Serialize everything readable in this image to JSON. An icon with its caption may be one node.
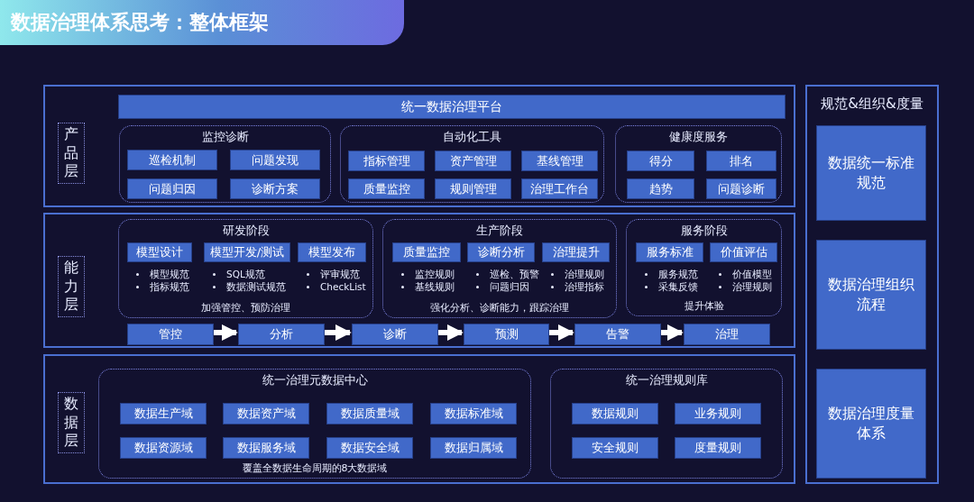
{
  "diagram": {
    "title": "数据治理体系思考：整体框架",
    "nodes": [
      {
        "text": [
          "产品层"
        ]
      },
      {
        "text": [
          "统一数据治理平台"
        ],
        "in": 0
      },
      {
        "text": [
          "监控诊断"
        ],
        "in": 0
      },
      {
        "text": [
          "巡检机制"
        ],
        "in": 2
      },
      {
        "text": [
          "问题发现"
        ],
        "in": 2
      },
      {
        "text": [
          "问题归因"
        ],
        "in": 2
      },
      {
        "text": [
          "诊断方案"
        ],
        "in": 2
      },
      {
        "text": [
          "自动化工具"
        ],
        "in": 0
      },
      {
        "text": [
          "指标管理"
        ],
        "in": 7
      },
      {
        "text": [
          "资产管理"
        ],
        "in": 7
      },
      {
        "text": [
          "基线管理"
        ],
        "in": 7
      },
      {
        "text": [
          "质量监控"
        ],
        "in": 7
      },
      {
        "text": [
          "规则管理"
        ],
        "in": 7
      },
      {
        "text": [
          "治理工作台"
        ],
        "in": 7
      },
      {
        "text": [
          "健康度服务"
        ],
        "in": 0
      },
      {
        "text": [
          "得分"
        ],
        "in": 14
      },
      {
        "text": [
          "排名"
        ],
        "in": 14
      },
      {
        "text": [
          "趋势"
        ],
        "in": 14
      },
      {
        "text": [
          "问题诊断"
        ],
        "in": 14
      },
      {
        "text": [
          "能力层"
        ]
      },
      {
        "text": [
          "研发阶段",
          "加强管控、预防治理"
        ],
        "in": 19
      },
      {
        "text": [
          "模型设计"
        ],
        "in": 20,
        "beside": [
          "模型规范",
          "指标规范"
        ]
      },
      {
        "text": [
          "模型开发/测试"
        ],
        "in": 20,
        "beside": [
          "SQL规范",
          "数据测试规范"
        ]
      },
      {
        "text": [
          "模型发布"
        ],
        "in": 20,
        "beside": [
          "评审规范",
          "CheckList"
        ]
      },
      {
        "text": [
          "生产阶段",
          "强化分析、诊断能力，跟踪治理"
        ],
        "in": 19
      },
      {
        "text": [
          "质量监控"
        ],
        "in": 24,
        "beside": [
          "监控规则",
          "基线规则"
        ]
      },
      {
        "text": [
          "诊断分析"
        ],
        "in": 24,
        "beside": [
          "巡检、预警",
          "问题归因"
        ]
      },
      {
        "text": [
          "治理提升"
        ],
        "in": 24,
        "beside": [
          "治理规则",
          "治理指标"
        ]
      },
      {
        "text": [
          "服务阶段",
          "提升体验"
        ],
        "in": 19
      },
      {
        "text": [
          "服务标准"
        ],
        "in": 28,
        "beside": [
          "服务规范",
          "采集反馈"
        ]
      },
      {
        "text": [
          "价值评估"
        ],
        "in": 28,
        "beside": [
          "价值模型",
          "治理规则"
        ]
      },
      {
        "text": [
          "管控"
        ],
        "in": 19
      },
      {
        "text": [
          "分析"
        ],
        "in": 19
      },
      {
        "text": [
          "诊断"
        ],
        "in": 19
      },
      {
        "text": [
          "预测"
        ],
        "in": 19
      },
      {
        "text": [
          "告警"
        ],
        "in": 19
      },
      {
        "text": [
          "治理"
        ],
        "in": 19
      },
      {
        "text": [
          "数据层"
        ]
      },
      {
        "text": [
          "统一治理元数据中心",
          "覆盖全数据生命周期的8大数据域"
        ],
        "in": 37
      },
      {
        "text": [
          "数据生产域"
        ],
        "in": 38
      },
      {
        "text": [
          "数据资产域"
        ],
        "in": 38
      },
      {
        "text": [
          "数据质量域"
        ],
        "in": 38
      },
      {
        "text": [
          "数据标准域"
        ],
        "in": 38
      },
      {
        "text": [
          "数据资源域"
        ],
        "in": 38
      },
      {
        "text": [
          "数据服务域"
        ],
        "in": 38
      },
      {
        "text": [
          "数据安全域"
        ],
        "in": 38
      },
      {
        "text": [
          "数据归属域"
        ],
        "in": 38
      },
      {
        "text": [
          "统一治理规则库"
        ],
        "in": 37
      },
      {
        "text": [
          "数据规则"
        ],
        "in": 47
      },
      {
        "text": [
          "业务规则"
        ],
        "in": 47
      },
      {
        "text": [
          "安全规则"
        ],
        "in": 47
      },
      {
        "text": [
          "度量规则"
        ],
        "in": 47
      },
      {
        "text": [
          "规范&组织&度量"
        ]
      },
      {
        "text": [
          "数据统一标准规范"
        ],
        "in": 52
      },
      {
        "text": [
          "数据治理组织流程"
        ],
        "in": 52
      },
      {
        "text": [
          "数据治理度量体系"
        ],
        "in": 52
      }
    ],
    "edges": [
      {
        "from": 31,
        "to": 32,
        "arrow": "to"
      },
      {
        "from": 32,
        "to": 33,
        "arrow": "to"
      },
      {
        "from": 33,
        "to": 34,
        "arrow": "to"
      },
      {
        "from": 34,
        "to": 35,
        "arrow": "to"
      },
      {
        "from": 35,
        "to": 36,
        "arrow": "to"
      }
    ]
  }
}
